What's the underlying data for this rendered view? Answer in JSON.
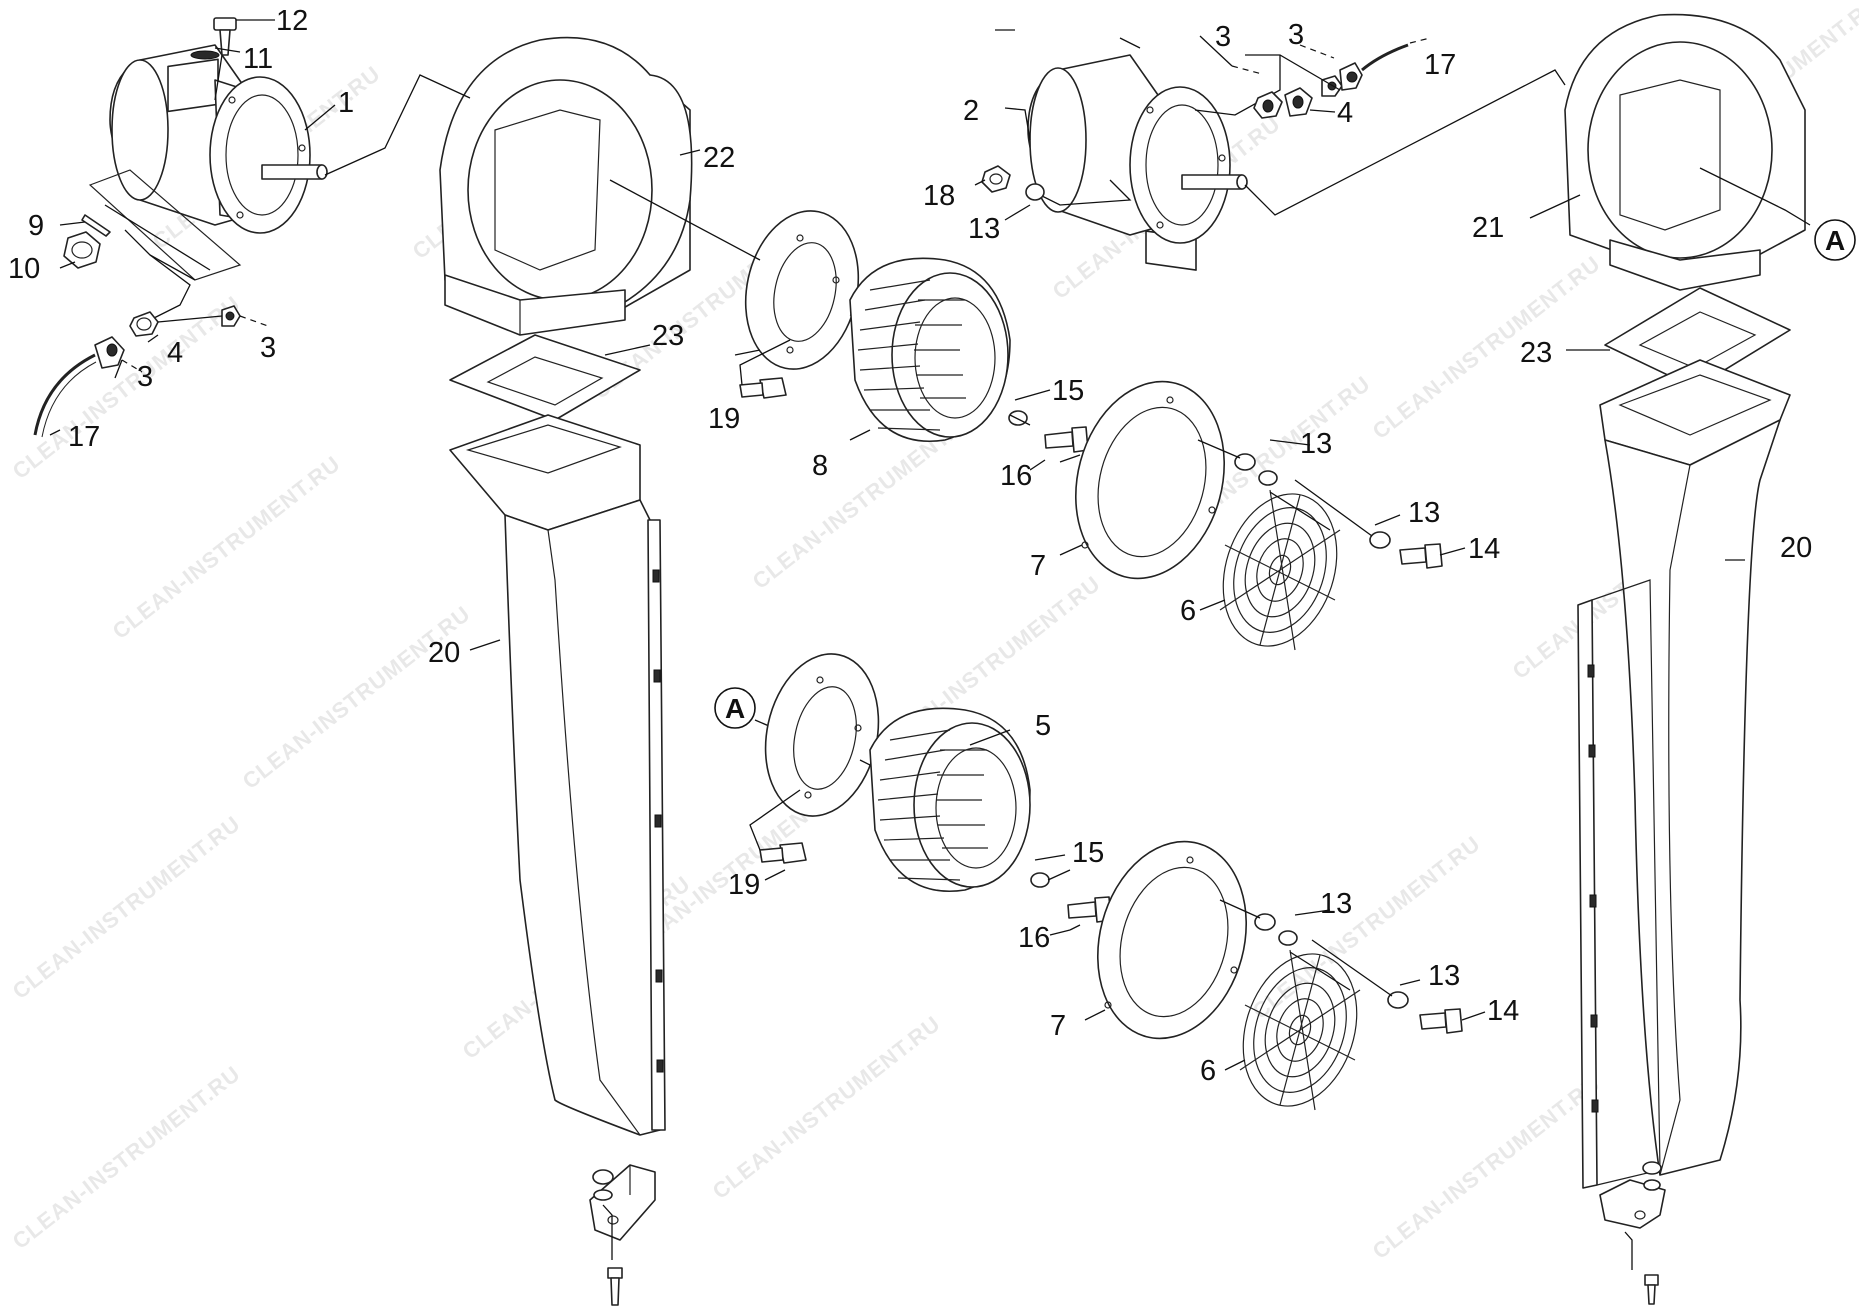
{
  "watermark": "CLEAN-INSTRUMENT.RU",
  "reference_mark": "A",
  "labels": {
    "l1": "1",
    "l2": "2",
    "l3a": "3",
    "l3b": "3",
    "l3c": "3",
    "l3d": "3",
    "l4a": "4",
    "l4b": "4",
    "l5": "5",
    "l6a": "6",
    "l6b": "6",
    "l7a": "7",
    "l7b": "7",
    "l8": "8",
    "l9": "9",
    "l10": "10",
    "l11": "11",
    "l12": "12",
    "l13a": "13",
    "l13b": "13",
    "l13c": "13",
    "l13d": "13",
    "l13e": "13",
    "l14a": "14",
    "l14b": "14",
    "l15a": "15",
    "l15b": "15",
    "l16a": "16",
    "l16b": "16",
    "l17a": "17",
    "l17b": "17",
    "l18": "18",
    "l19a": "19",
    "l19b": "19",
    "l20a": "20",
    "l20b": "20",
    "l21": "21",
    "l22": "22",
    "l23a": "23",
    "l23b": "23"
  }
}
